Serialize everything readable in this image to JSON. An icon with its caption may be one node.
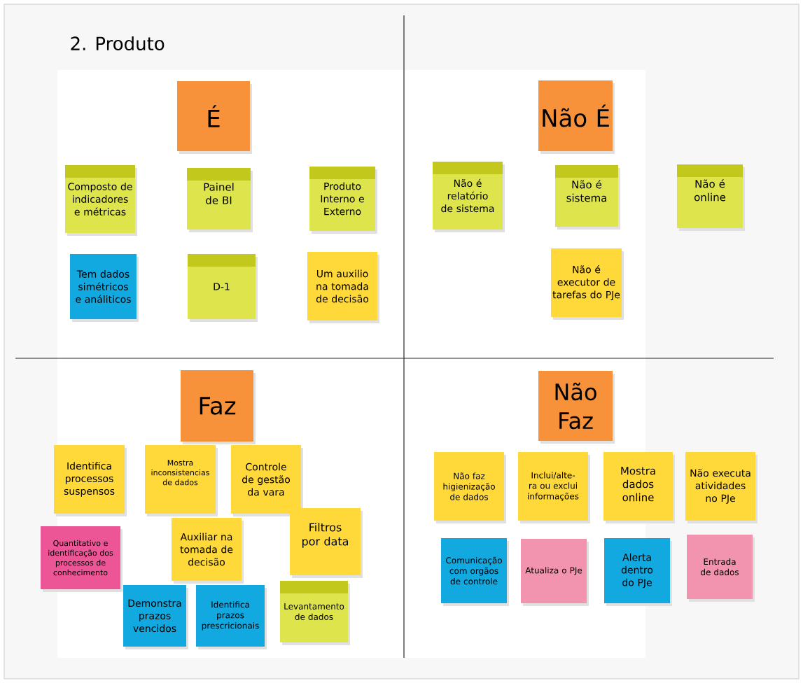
{
  "diagram": {
    "title": "2. Produto",
    "nodes": [
      {
        "text": [
          "É"
        ]
      },
      {
        "text": [
          "Composto de indicadores e métricas"
        ]
      },
      {
        "text": [
          "Painel de BI"
        ]
      },
      {
        "text": [
          "Produto Interno e Externo"
        ]
      },
      {
        "text": [
          "Tem dados simétricos e análiticos"
        ]
      },
      {
        "text": [
          "D-1"
        ]
      },
      {
        "text": [
          "Um auxilio na tomada de decisão"
        ]
      },
      {
        "text": [
          "Não É"
        ]
      },
      {
        "text": [
          "Não é relatório de sistema"
        ]
      },
      {
        "text": [
          "Não é sistema"
        ]
      },
      {
        "text": [
          "Não é online"
        ]
      },
      {
        "text": [
          "Não é executor de tarefas do PJe"
        ]
      },
      {
        "text": [
          "Faz"
        ]
      },
      {
        "text": [
          "Identifica processos suspensos"
        ]
      },
      {
        "text": [
          "Mostra inconsistencias de dados"
        ]
      },
      {
        "text": [
          "Controle de gestão da vara"
        ]
      },
      {
        "text": [
          "Auxiliar na tomada de decisão"
        ]
      },
      {
        "text": [
          "Filtros por data"
        ]
      },
      {
        "text": [
          "Quantitativo e identificação dos processos de conhecimento"
        ]
      },
      {
        "text": [
          "Demonstra prazos vencidos"
        ]
      },
      {
        "text": [
          "Identifica prazos prescricionais"
        ]
      },
      {
        "text": [
          "Levantamento de dados"
        ]
      },
      {
        "text": [
          "Não Faz"
        ]
      },
      {
        "text": [
          "Não faz higienização de dados"
        ]
      },
      {
        "text": [
          "Inclui/alte-ra ou exclui informações"
        ]
      },
      {
        "text": [
          "Mostra dados online"
        ]
      },
      {
        "text": [
          "Não executa atividades no PJe"
        ]
      },
      {
        "text": [
          "Comunicação com orgãos de controle"
        ]
      },
      {
        "text": [
          "Atualiza o PJe"
        ]
      },
      {
        "text": [
          "Alerta dentro do PJe"
        ]
      },
      {
        "text": [
          "Entrada de dados"
        ]
      }
    ]
  }
}
